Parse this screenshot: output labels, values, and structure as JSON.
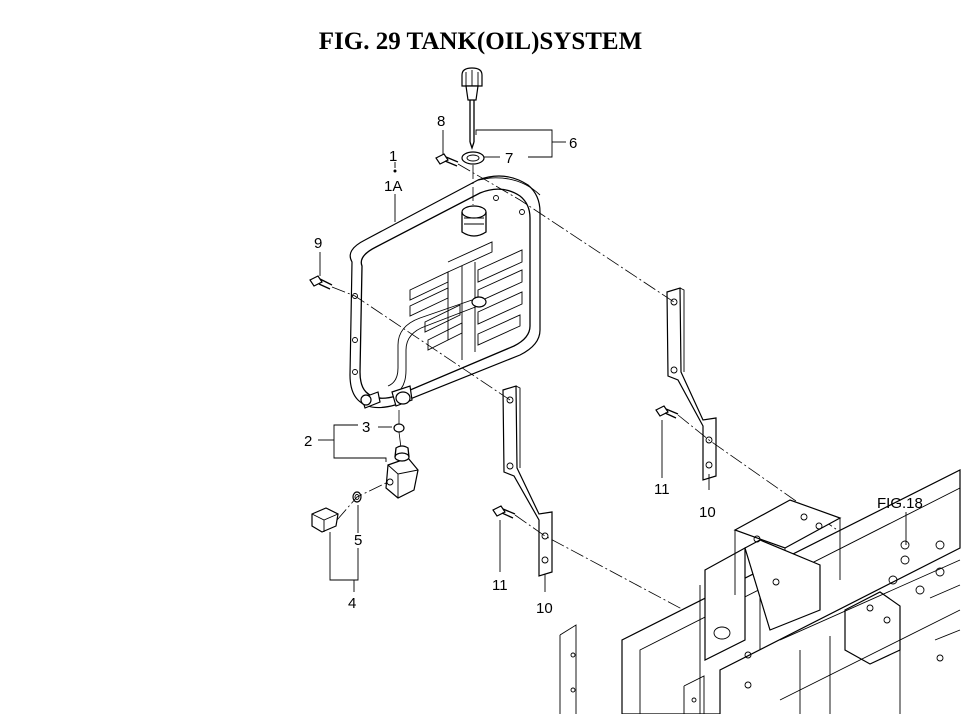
{
  "title": "FIG. 29  TANK(OIL)SYSTEM",
  "callouts": {
    "c1": "1",
    "c1a": "1A",
    "c2": "2",
    "c3": "3",
    "c4": "4",
    "c5": "5",
    "c6": "6",
    "c7": "7",
    "c8": "8",
    "c9": "9",
    "c10a": "10",
    "c10b": "10",
    "c11a": "11",
    "c11b": "11",
    "fig_ref": "FIG.18"
  }
}
